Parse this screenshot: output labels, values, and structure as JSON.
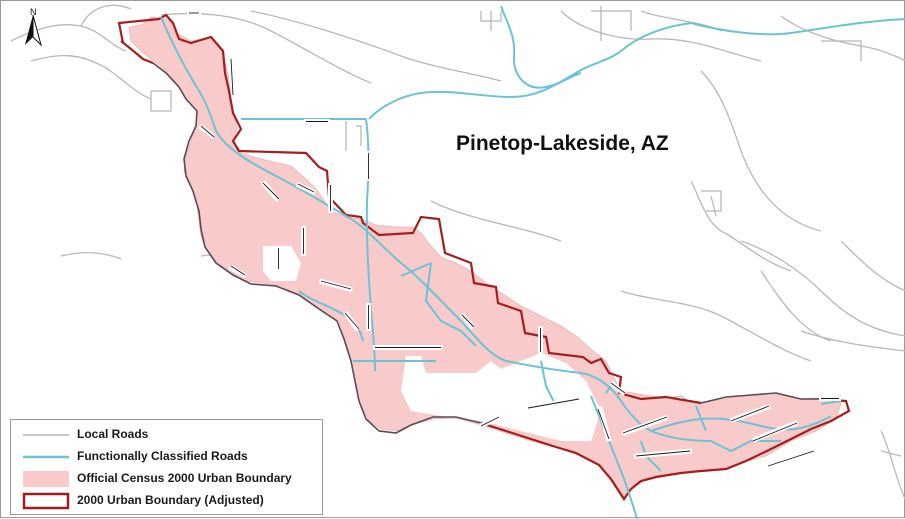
{
  "map": {
    "title": "Pinetop-Lakeside, AZ",
    "north_label": "N",
    "colors": {
      "local_roads": "#b5b5b5",
      "classified_roads": "#6cc3d5",
      "census_boundary_fill": "#f7c9c9",
      "adjusted_boundary": "#a11d1d"
    }
  },
  "legend": {
    "items": [
      {
        "label": "Local Roads",
        "symbol": "grey-line"
      },
      {
        "label": "Functionally Classified Roads",
        "symbol": "cyan-line"
      },
      {
        "label": "Official Census 2000 Urban Boundary",
        "symbol": "pink-fill"
      },
      {
        "label": "2000 Urban Boundary (Adjusted)",
        "symbol": "red-outline"
      }
    ]
  }
}
